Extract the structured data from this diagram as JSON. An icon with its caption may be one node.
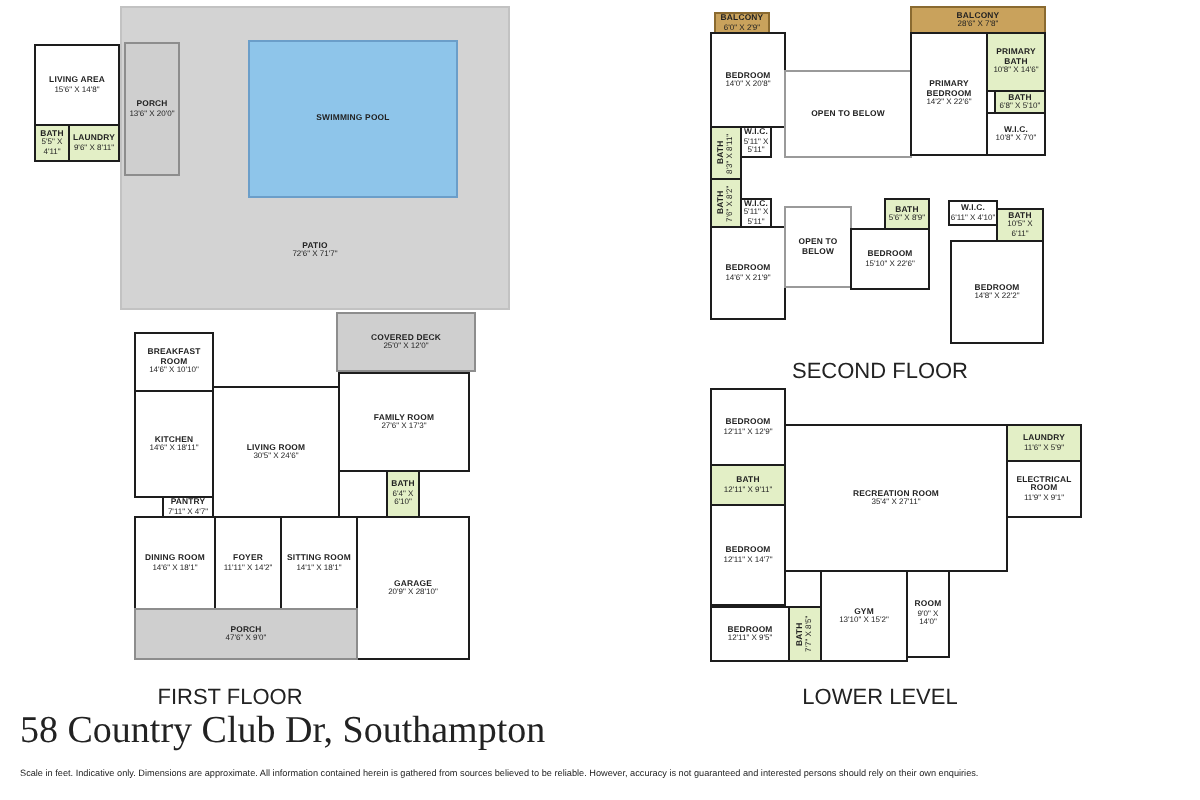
{
  "diagram": {
    "title": "58 Country Club Dr, Southampton",
    "caption": "Scale in feet. Indicative only. Dimensions are approximate. All information contained herein is gathered from sources believed to be reliable. However, accuracy is not guaranteed and interested persons should rely on their own enquiries.",
    "nodes": [
      {
        "text": [
          "PATIO",
          "72'6\" X 71'7\""
        ]
      },
      {
        "text": [
          "SWIMMING POOL"
        ],
        "in": 0
      },
      {
        "text": [
          "PORCH",
          "13'6\" X 20'0\""
        ],
        "in": 0
      },
      {
        "text": [
          "LIVING AREA",
          "15'6\" X 14'8\""
        ]
      },
      {
        "text": [
          "BATH",
          "5'5\" X 4'11\""
        ]
      },
      {
        "text": [
          "LAUNDRY",
          "9'6\" X 8'11\""
        ]
      },
      {
        "text": [
          "COVERED DECK",
          "25'0\" X 12'0\""
        ]
      },
      {
        "text": [
          "BREAKFAST ROOM",
          "14'6\" X 10'10\""
        ]
      },
      {
        "text": [
          "KITCHEN",
          "14'6\" X 18'11\""
        ]
      },
      {
        "text": [
          "LIVING ROOM",
          "30'5\" X 24'6\""
        ]
      },
      {
        "text": [
          "FAMILY ROOM",
          "27'6\" X 17'3\""
        ]
      },
      {
        "text": [
          "PANTRY",
          "7'11\" X 4'7\""
        ]
      },
      {
        "text": [
          "BATH",
          "6'4\" X 6'10\""
        ]
      },
      {
        "text": [
          "DINING ROOM",
          "14'6\" X 18'1\""
        ]
      },
      {
        "text": [
          "FOYER",
          "11'11\" X 14'2\""
        ]
      },
      {
        "text": [
          "SITTING ROOM",
          "14'1\" X 18'1\""
        ]
      },
      {
        "text": [
          "GARAGE",
          "20'9\" X 28'10\""
        ]
      },
      {
        "text": [
          "PORCH",
          "47'6\" X 9'0\""
        ]
      },
      {
        "text": [
          "BALCONY",
          "6'0\" X 2'9\""
        ]
      },
      {
        "text": [
          "BALCONY",
          "28'6\" X 7'8\""
        ]
      },
      {
        "text": [
          "BEDROOM",
          "14'0\" X 20'8\""
        ]
      },
      {
        "text": [
          "OPEN TO BELOW"
        ]
      },
      {
        "text": [
          "PRIMARY BEDROOM",
          "14'2\" X 22'6\""
        ]
      },
      {
        "text": [
          "PRIMARY BATH",
          "10'8\" X 14'6\""
        ]
      },
      {
        "text": [
          "BATH",
          "6'8\" X 5'10\""
        ]
      },
      {
        "text": [
          "W.I.C.",
          "10'8\" X 7'0\""
        ]
      },
      {
        "text": [
          "BATH",
          "8'3\" X 8'11\""
        ]
      },
      {
        "text": [
          "W.I.C.",
          "5'11\" X 5'11\""
        ]
      },
      {
        "text": [
          "BATH",
          "7'6\" X 8'2\""
        ]
      },
      {
        "text": [
          "W.I.C.",
          "5'11\" X 5'11\""
        ]
      },
      {
        "text": [
          "BEDROOM",
          "14'6\" X 21'9\""
        ]
      },
      {
        "text": [
          "OPEN TO BELOW"
        ]
      },
      {
        "text": [
          "BEDROOM",
          "15'10\" X 22'6\""
        ]
      },
      {
        "text": [
          "BATH",
          "5'6\" X 8'9\""
        ]
      },
      {
        "text": [
          "W.I.C.",
          "6'11\" X 4'10\""
        ]
      },
      {
        "text": [
          "BATH",
          "10'5\" X 6'11\""
        ]
      },
      {
        "text": [
          "BEDROOM",
          "14'8\" X 22'2\""
        ]
      },
      {
        "text": [
          "BEDROOM",
          "12'11\" X 12'9\""
        ]
      },
      {
        "text": [
          "RECREATION ROOM",
          "35'4\" X 27'11\""
        ]
      },
      {
        "text": [
          "LAUNDRY",
          "11'6\" X 5'9\""
        ]
      },
      {
        "text": [
          "ELECTRICAL ROOM",
          "11'9\" X 9'1\""
        ]
      },
      {
        "text": [
          "BATH",
          "12'11\" X 9'11\""
        ]
      },
      {
        "text": [
          "BEDROOM",
          "12'11\" X 14'7\""
        ]
      },
      {
        "text": [
          "BEDROOM",
          "12'11\" X 9'5\""
        ]
      },
      {
        "text": [
          "BATH",
          "7'7\" X 8'5\""
        ]
      },
      {
        "text": [
          "GYM",
          "13'10\" X 15'2\""
        ]
      },
      {
        "text": [
          "ROOM",
          "9'0\" X 14'0\""
        ]
      }
    ],
    "labels": [
      "SECOND FLOOR",
      "FIRST FLOOR",
      "LOWER LEVEL"
    ]
  }
}
